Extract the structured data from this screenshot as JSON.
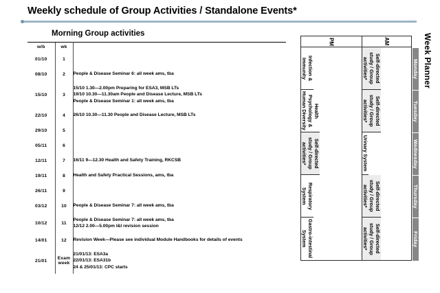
{
  "title": "Weekly schedule of  Group Activities / Standalone Events*",
  "accent_color": "#9ab5c6",
  "schedule": {
    "section_heading": "Morning Group activities",
    "columns": {
      "week_beginning": "w/b",
      "week_number": "wk",
      "events": ""
    },
    "rows": [
      {
        "wb": "01/10",
        "wk": "1",
        "events": [],
        "bold": false
      },
      {
        "wb": "08/10",
        "wk": "2",
        "events": [
          "People & Disease Seminar 6: all week ams, tba"
        ],
        "bold": false
      },
      {
        "wb": "15/10",
        "wk": "3",
        "events": [
          "15/10 1.30—2.00pm Preparing for ESA3, MSB LTs",
          "19/10 10.30—11.30am People and Disease Lecture, MSB LTs",
          "People & Disease Seminar 1: all week ams, tba"
        ],
        "bold": false
      },
      {
        "wb": "22/10",
        "wk": "4",
        "events": [
          "26/10 10.30—11.30  People and Disease Lecture, MSB LTs"
        ],
        "bold": false
      },
      {
        "wb": "29/10",
        "wk": "5",
        "events": [],
        "bold": false
      },
      {
        "wb": "05/11",
        "wk": "6",
        "events": [],
        "bold": false
      },
      {
        "wb": "12/11",
        "wk": "7",
        "events": [
          "16/11 9—12.30 Health and Safety Training, RKCSB"
        ],
        "bold": false
      },
      {
        "wb": "19/11",
        "wk": "8",
        "events": [
          "Health and Safety Practical Sessions, ams, tba"
        ],
        "bold": false
      },
      {
        "wb": "26/11",
        "wk": "9",
        "events": [],
        "bold": false
      },
      {
        "wb": "03/12",
        "wk": "10",
        "events": [
          "People & Disease Seminar 7: all week ams, tba"
        ],
        "bold": false
      },
      {
        "wb": "10/12",
        "wk": "11",
        "events": [
          "People & Disease Seminar 7: all week ams, tba",
          "12/12  2.00—5.00pm I&I revision session"
        ],
        "bold": false
      },
      {
        "wb": "14/01",
        "wk": "12",
        "events": [
          "Revision Week—Please see individual Module Handbooks for details of events"
        ],
        "bold": false
      },
      {
        "wb": "21/01",
        "wk": "Exam\nweek",
        "events": [
          "21/01/13: ESA3a",
          "22/01/13: ESA31b",
          "24 & 25/01/13: CPC starts"
        ],
        "bold": true
      }
    ]
  },
  "week_planner": {
    "title": "Week Planner",
    "headers": {
      "pm": "PM",
      "am": "AM"
    },
    "self_directed": "Self-directed study / Group activities*",
    "days": [
      {
        "day": "Monday",
        "am": "Self-directed study / Group activities*",
        "am_shaded": true,
        "pm": "Infection & Immunity",
        "pm_shaded": false
      },
      {
        "day": "Tuesday",
        "am": "Self-directed study / Group activities*",
        "am_shaded": true,
        "pm": "Health Psychology & Human Diversity",
        "pm_shaded": false
      },
      {
        "day": "Wednesday",
        "am": "Urinary System",
        "am_shaded": false,
        "pm": "Self-directed study / Group activities*",
        "pm_shaded": true
      },
      {
        "day": "Thursday",
        "am": "Self-directed study / Group activities*",
        "am_shaded": true,
        "pm": "Respiratory System",
        "pm_shaded": false
      },
      {
        "day": "Friday",
        "am": "Self-directed study / Group activities*",
        "am_shaded": true,
        "pm": "Gastro-intestinal System",
        "pm_shaded": false
      }
    ]
  }
}
